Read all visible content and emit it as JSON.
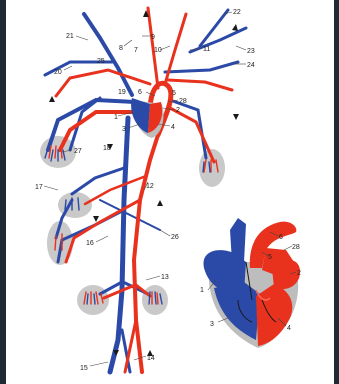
{
  "diagram": {
    "colors": {
      "background_frame": "#1f2a33",
      "paper": "#ffffff",
      "artery": "#e8321e",
      "vein": "#2b4aa8",
      "organ": "#c9c9c9",
      "heart_shadow": "#bdbdbd",
      "label_text": "#222222"
    },
    "labels": {
      "n1": "1",
      "n2": "2",
      "n3": "3",
      "n4": "4",
      "n5": "5",
      "n6": "6",
      "n7": "7",
      "n8": "8",
      "n9": "9",
      "n10": "10",
      "n11": "11",
      "n12": "12",
      "n13": "13",
      "n14": "14",
      "n15": "15",
      "n16": "16",
      "n17": "17",
      "n18": "18",
      "n19": "19",
      "n20": "20",
      "n21": "21",
      "n22": "22",
      "n23": "23",
      "n24": "24",
      "n25": "25",
      "n26": "26",
      "n27": "27",
      "n28": "28",
      "d1": "1",
      "d2": "2",
      "d3": "3",
      "d4": "4",
      "d5": "5",
      "d6": "6",
      "d28": "28"
    }
  }
}
